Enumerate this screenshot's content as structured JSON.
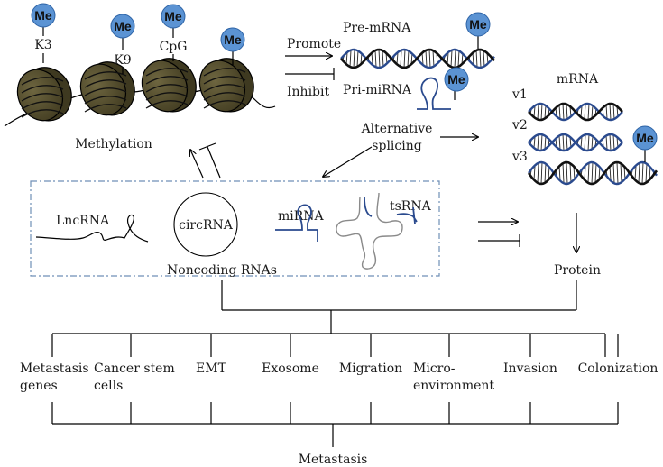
{
  "colors": {
    "methyl_fill": "#5b93d3",
    "methyl_stroke": "#2d63a6",
    "nucleosome": "#5d5533",
    "nucleosome_dark": "#3e3920",
    "dna_blue": "#2a4a8e",
    "dashed_box": "#6f8fb6"
  },
  "methyl_label": "Me",
  "chromatin": {
    "marks": [
      "K3",
      "K9",
      "CpG"
    ],
    "caption": "Methylation"
  },
  "regulation": {
    "promote": "Promote",
    "inhibit": "Inhibit"
  },
  "transcripts": {
    "pre_mrna": "Pre-mRNA",
    "pri_mirna": "Pri-miRNA"
  },
  "splicing": {
    "line1": "Alternative",
    "line2": "splicing"
  },
  "mrna": {
    "title": "mRNA",
    "variants": [
      "v1",
      "v2",
      "v3"
    ]
  },
  "ncrna": {
    "caption": "Noncoding RNAs",
    "types": [
      "LncRNA",
      "circRNA",
      "miRNA",
      "tsRNA"
    ]
  },
  "protein": "Protein",
  "outcomes": [
    {
      "lines": [
        "Metastasis",
        "genes"
      ]
    },
    {
      "lines": [
        "Cancer stem",
        "cells"
      ]
    },
    {
      "lines": [
        "EMT"
      ]
    },
    {
      "lines": [
        "Exosome"
      ]
    },
    {
      "lines": [
        "Migration"
      ]
    },
    {
      "lines": [
        "Micro-",
        "environment"
      ]
    },
    {
      "lines": [
        "Invasion"
      ]
    },
    {
      "lines": [
        "Colonization"
      ]
    }
  ],
  "final": "Metastasis",
  "icons": [
    "methyl-group-icon",
    "nucleosome-icon",
    "dna-helix-icon",
    "hairpin-rna-icon",
    "circular-rna-icon",
    "trna-cloverleaf-icon"
  ]
}
